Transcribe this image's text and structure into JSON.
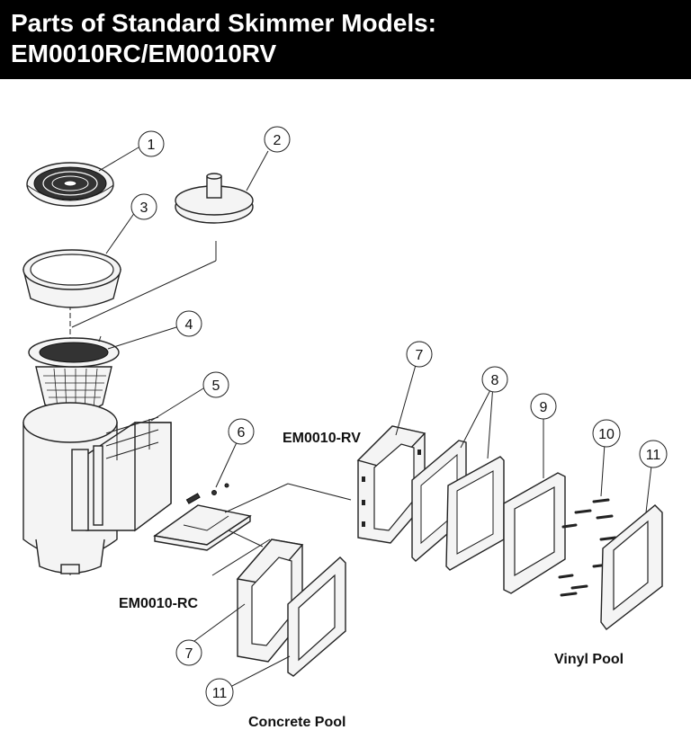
{
  "header": {
    "title_line1": "Parts of Standard Skimmer Models:",
    "title_line2": "EM0010RC/EM0010RV"
  },
  "callouts": [
    "1",
    "2",
    "3",
    "4",
    "5",
    "6",
    "7",
    "8",
    "9",
    "10",
    "11",
    "7",
    "11"
  ],
  "labels": {
    "rv_model": "EM0010-RV",
    "rc_model": "EM0010-RC",
    "vinyl_pool": "Vinyl Pool",
    "concrete_pool": "Concrete Pool"
  }
}
